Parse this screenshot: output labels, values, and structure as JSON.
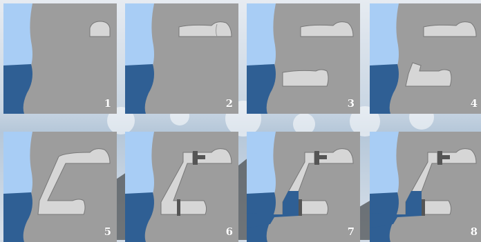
{
  "panels": [
    {
      "label": "1"
    },
    {
      "label": "2"
    },
    {
      "label": "3"
    },
    {
      "label": "4"
    },
    {
      "label": "5"
    },
    {
      "label": "6"
    },
    {
      "label": "7"
    },
    {
      "label": "8"
    }
  ],
  "colors": {
    "rock": "#9d9d9d",
    "cave": "#d6d6d6",
    "sky": "#a8cdf5",
    "sea": "#2f5f94",
    "outline": "#777777",
    "wall": "#555555"
  }
}
